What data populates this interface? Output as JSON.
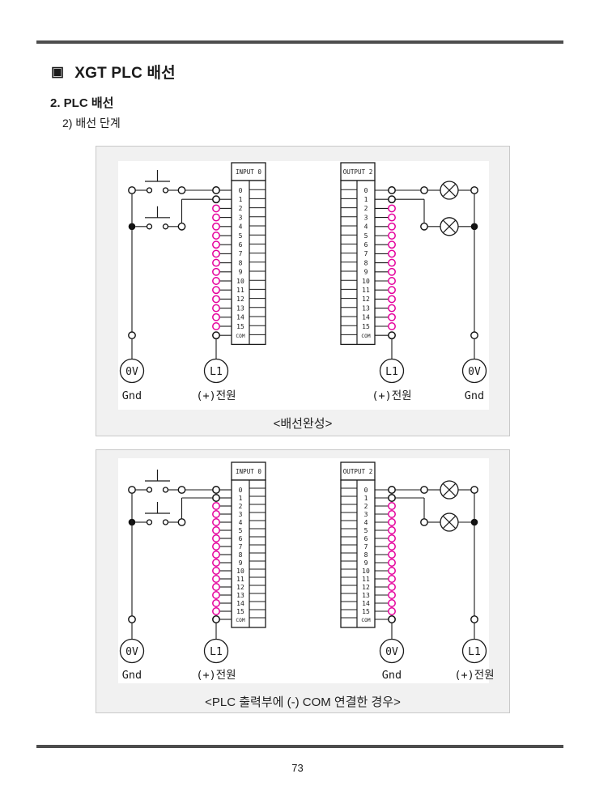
{
  "page": {
    "number": "73"
  },
  "header": {
    "title_bullet": "▣",
    "title": "XGT PLC 배선",
    "section": "2. PLC 배선",
    "subsection": "2) 배선 단계"
  },
  "colors": {
    "wire": "#1a1a1a",
    "terminal_active": "#111111",
    "terminal_inactive": "#e4009c",
    "rule": "#4d4d4d",
    "box_border": "#c9c9c9",
    "box_fill": "#f1f1f1",
    "canvas": "#ffffff"
  },
  "diagrams": [
    {
      "caption": "<배선완성>",
      "input_block": {
        "title": "INPUT 0",
        "terminals": [
          "0",
          "1",
          "2",
          "3",
          "4",
          "5",
          "6",
          "7",
          "8",
          "9",
          "10",
          "11",
          "12",
          "13",
          "14",
          "15",
          "COM"
        ],
        "black_terminal_indices": [
          0,
          1,
          16
        ]
      },
      "output_block": {
        "title": "OUTPUT 2",
        "terminals": [
          "0",
          "1",
          "2",
          "3",
          "4",
          "5",
          "6",
          "7",
          "8",
          "9",
          "10",
          "11",
          "12",
          "13",
          "14",
          "15",
          "COM"
        ],
        "black_terminal_indices": [
          0,
          1,
          16
        ]
      },
      "input_left": {
        "node": "0V",
        "label": "Gnd"
      },
      "input_com": {
        "node": "L1",
        "label": "(+)전원"
      },
      "output_com": {
        "node": "L1",
        "label": "(+)전원"
      },
      "output_right": {
        "node": "0V",
        "label": "Gnd"
      }
    },
    {
      "caption": "<PLC 출력부에 (-) COM 연결한 경우>",
      "input_block": {
        "title": "INPUT 0",
        "terminals": [
          "0",
          "1",
          "2",
          "3",
          "4",
          "5",
          "6",
          "7",
          "8",
          "9",
          "10",
          "11",
          "12",
          "13",
          "14",
          "15",
          "COM"
        ],
        "black_terminal_indices": [
          0,
          1,
          16
        ]
      },
      "output_block": {
        "title": "OUTPUT 2",
        "terminals": [
          "0",
          "1",
          "2",
          "3",
          "4",
          "5",
          "6",
          "7",
          "8",
          "9",
          "10",
          "11",
          "12",
          "13",
          "14",
          "15",
          "COM"
        ],
        "black_terminal_indices": [
          0,
          1,
          16
        ]
      },
      "input_left": {
        "node": "0V",
        "label": "Gnd"
      },
      "input_com": {
        "node": "L1",
        "label": "(+)전원"
      },
      "output_com": {
        "node": "0V",
        "label": "Gnd"
      },
      "output_right": {
        "node": "L1",
        "label": "(+)전원"
      }
    }
  ]
}
